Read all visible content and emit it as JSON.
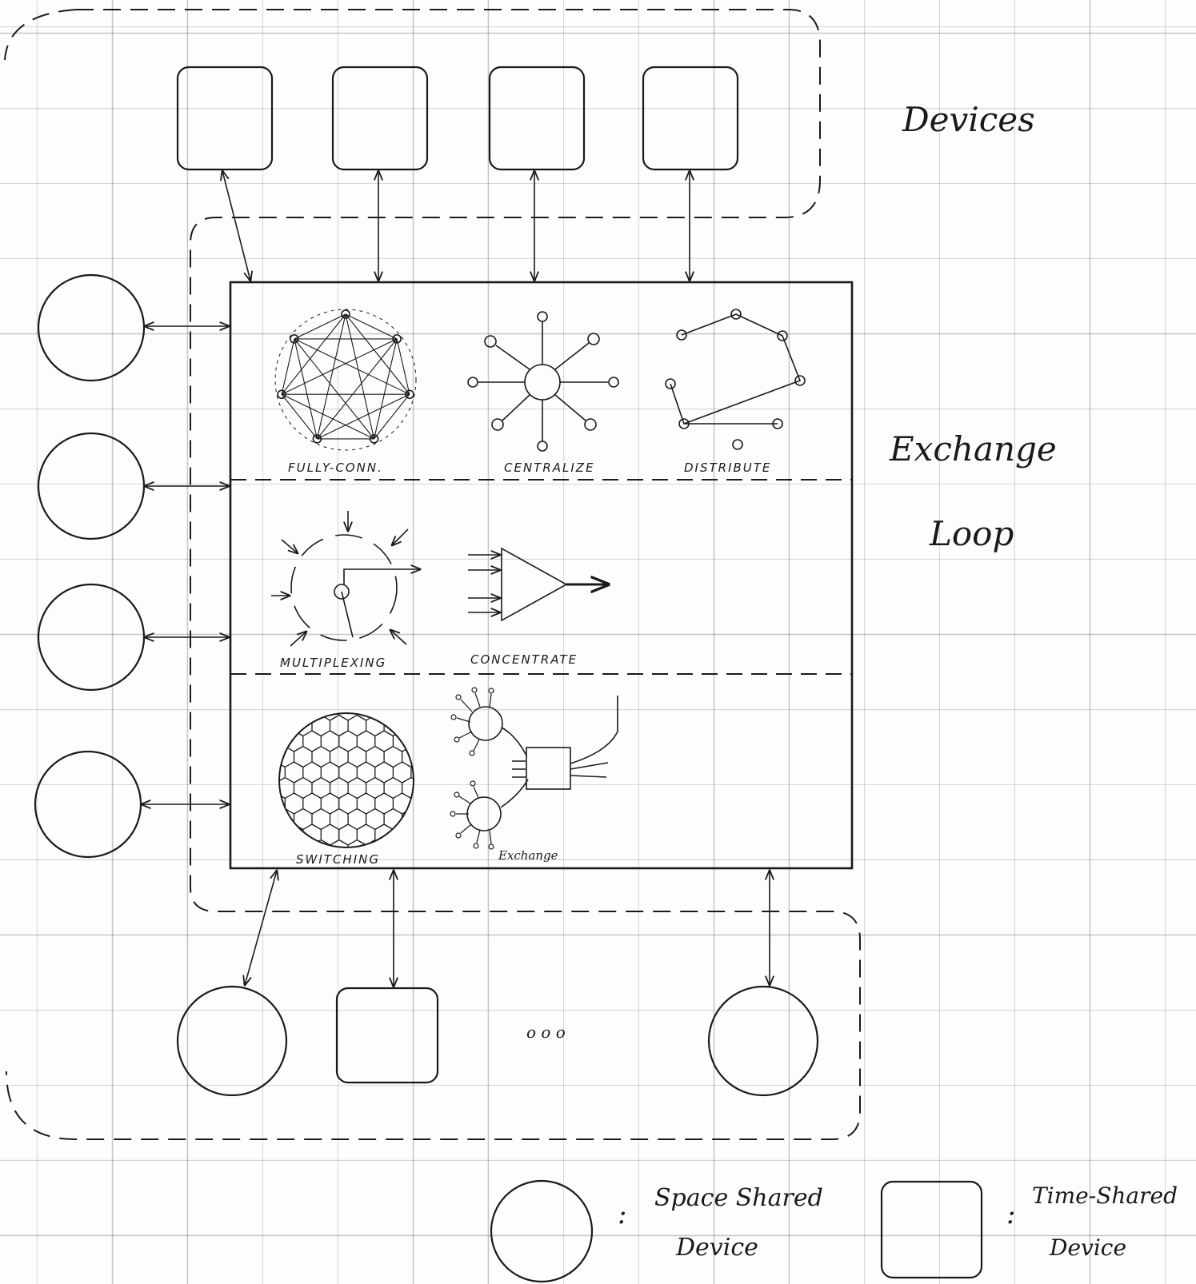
{
  "labels": {
    "devices": "Devices",
    "exchange": "Exchange",
    "loop": "Loop"
  },
  "panels": {
    "fully_conn": "FULLY-CONN.",
    "centralize": "CENTRALIZE",
    "distribute": "DISTRIBUTE",
    "multiplexing": "MULTIPLEXING",
    "concentrate": "CONCENTRATE",
    "switching": "SWITCHING",
    "exchange": "Exchange"
  },
  "ellipsis": "o  o  o",
  "legend": {
    "space_label_1": "Space Shared",
    "space_label_2": "Device",
    "time_label_1": "Time-Shared",
    "time_label_2": "Device",
    "colon": ":"
  }
}
